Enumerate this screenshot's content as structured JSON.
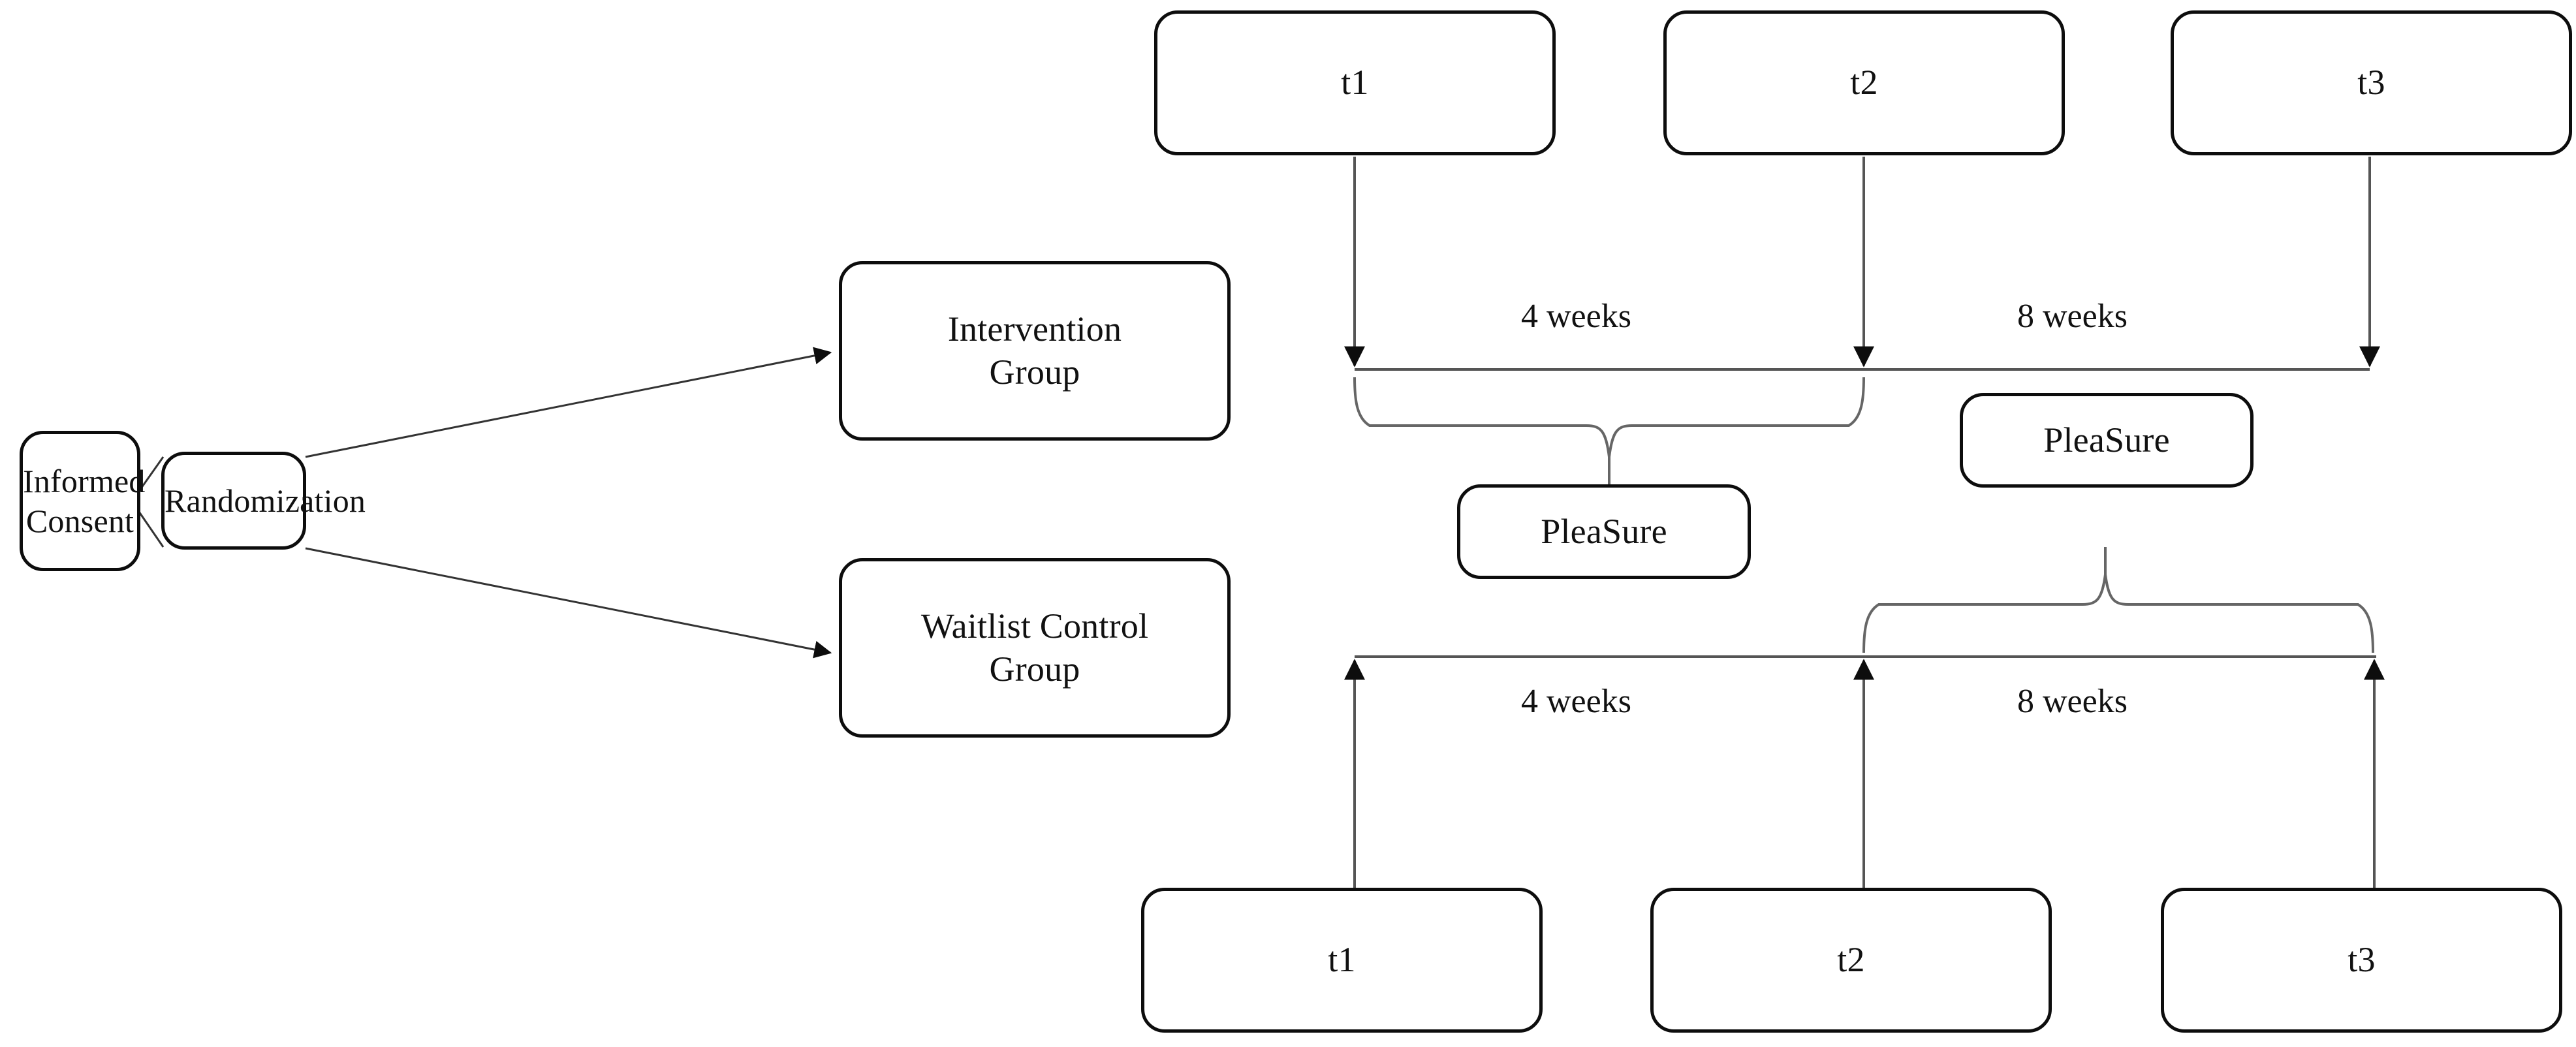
{
  "diagram": {
    "title": "Randomized Controlled Trial Study Flow",
    "stroke_color": "#0d0d0d",
    "line_color": "#555555",
    "background": "#ffffff"
  },
  "enrollment": {
    "informed_consent": "Informed\nConsent",
    "informed_consent_line1": "Informed",
    "informed_consent_line2": "Consent",
    "randomization": "Randomization",
    "intervention_group_line1": "Intervention",
    "intervention_group_line2": "Group",
    "waitlist_group_line1": "Waitlist Control",
    "waitlist_group_line2": "Group"
  },
  "intervention_timeline": {
    "timepoints": [
      {
        "label": "t1"
      },
      {
        "label": "t2"
      },
      {
        "label": "t3"
      }
    ],
    "intervals": [
      {
        "label": "4 weeks"
      },
      {
        "label": "8 weeks"
      }
    ],
    "intervention_label": "PleaSure"
  },
  "waitlist_timeline": {
    "timepoints": [
      {
        "label": "t1"
      },
      {
        "label": "t2"
      },
      {
        "label": "t3"
      }
    ],
    "intervals": [
      {
        "label": "4 weeks"
      },
      {
        "label": "8 weeks"
      }
    ],
    "intervention_label": "PleaSure"
  }
}
